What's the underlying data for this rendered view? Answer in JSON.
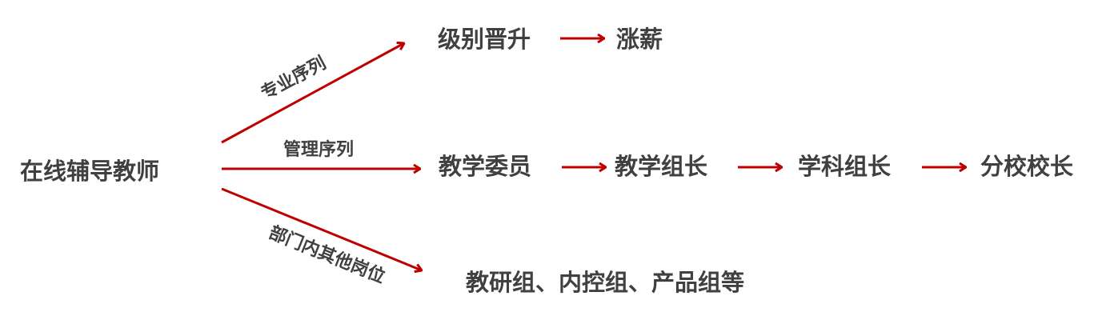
{
  "root": "在线辅导教师",
  "colors": {
    "arrow": "#c00000",
    "text": "#404040"
  },
  "branches": [
    {
      "label": "专业序列",
      "steps": [
        "级别晋升",
        "涨薪"
      ]
    },
    {
      "label": "管理序列",
      "steps": [
        "教学委员",
        "教学组长",
        "学科组长",
        "分校校长"
      ]
    },
    {
      "label": "部门内其他岗位",
      "steps": [
        "教研组、内控组、产品组等"
      ]
    }
  ]
}
